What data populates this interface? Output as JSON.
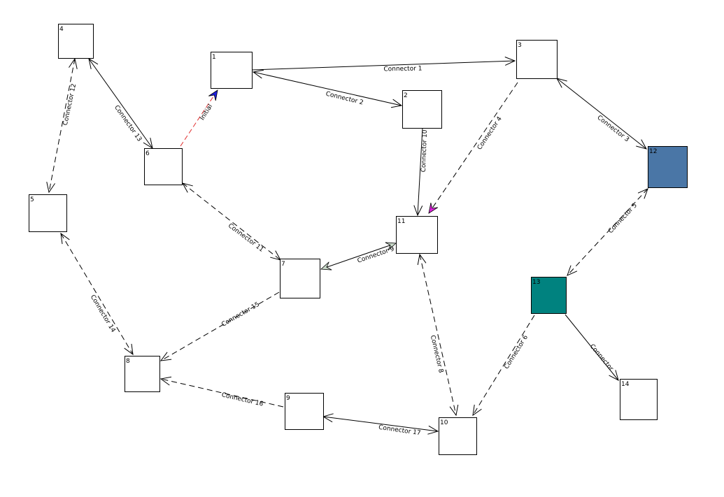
{
  "colors": {
    "node_default": "#ffffff",
    "node_12": "#4a76a6",
    "node_13": "#00827f",
    "initial_line": "#e23030",
    "initial_arrow": "#2020e0",
    "arrow_magenta": "#e020e0",
    "arrow_green": "#c8d8c8"
  },
  "nodes": [
    {
      "id": "1",
      "label": "1",
      "fill": "node_default"
    },
    {
      "id": "2",
      "label": "2",
      "fill": "node_default"
    },
    {
      "id": "3",
      "label": "3",
      "fill": "node_default"
    },
    {
      "id": "4",
      "label": "4",
      "fill": "node_default"
    },
    {
      "id": "5",
      "label": "5",
      "fill": "node_default"
    },
    {
      "id": "6",
      "label": "6",
      "fill": "node_default"
    },
    {
      "id": "7",
      "label": "7",
      "fill": "node_default"
    },
    {
      "id": "8",
      "label": "8",
      "fill": "node_default"
    },
    {
      "id": "9",
      "label": "9",
      "fill": "node_default"
    },
    {
      "id": "10",
      "label": "10",
      "fill": "node_default"
    },
    {
      "id": "11",
      "label": "11",
      "fill": "node_default"
    },
    {
      "id": "12",
      "label": "12",
      "fill": "node_12"
    },
    {
      "id": "13",
      "label": "13",
      "fill": "node_13"
    },
    {
      "id": "14",
      "label": "14",
      "fill": "node_default"
    }
  ],
  "edges": [
    {
      "id": "c1",
      "label": "Connector 1",
      "from": "1",
      "to": "3",
      "style": "solid",
      "ends": "target"
    },
    {
      "id": "c2",
      "label": "Connector 2",
      "from": "1",
      "to": "2",
      "style": "solid",
      "ends": "both"
    },
    {
      "id": "c3",
      "label": "Connector 3",
      "from": "3",
      "to": "12",
      "style": "solid",
      "ends": "both"
    },
    {
      "id": "c4",
      "label": "Connector 4",
      "from": "3",
      "to": "11",
      "style": "dashed",
      "ends": "target-magenta"
    },
    {
      "id": "c5",
      "label": "Connector 5",
      "from": "12",
      "to": "13",
      "style": "dashed",
      "ends": "both"
    },
    {
      "id": "c6",
      "label": "Connector 6",
      "from": "13",
      "to": "10",
      "style": "dashed",
      "ends": "target"
    },
    {
      "id": "c7",
      "label": "Connector",
      "from": "13",
      "to": "14",
      "style": "solid",
      "ends": "target"
    },
    {
      "id": "c8",
      "label": "Connector 8",
      "from": "11",
      "to": "10",
      "style": "dashed",
      "ends": "both"
    },
    {
      "id": "c9",
      "label": "Connector 9",
      "from": "11",
      "to": "7",
      "style": "solid",
      "ends": "both-green"
    },
    {
      "id": "c10",
      "label": "Connector 10",
      "from": "2",
      "to": "11",
      "style": "solid",
      "ends": "target"
    },
    {
      "id": "c11",
      "label": "Connector 11",
      "from": "6",
      "to": "7",
      "style": "dashed",
      "ends": "both"
    },
    {
      "id": "c12",
      "label": "Connector 12",
      "from": "4",
      "to": "5",
      "style": "dashed",
      "ends": "both"
    },
    {
      "id": "c13",
      "label": "Connector 13",
      "from": "4",
      "to": "6",
      "style": "solid",
      "ends": "both"
    },
    {
      "id": "c14",
      "label": "Connector 14",
      "from": "5",
      "to": "8",
      "style": "dashed",
      "ends": "both"
    },
    {
      "id": "c15",
      "label": "Connector 15",
      "from": "7",
      "to": "8",
      "style": "dashed",
      "ends": "target"
    },
    {
      "id": "c16",
      "label": "Connector 16",
      "from": "9",
      "to": "8",
      "style": "dashed",
      "ends": "target"
    },
    {
      "id": "c17",
      "label": "Connector 17",
      "from": "9",
      "to": "10",
      "style": "solid",
      "ends": "both"
    },
    {
      "id": "init",
      "label": "Initial",
      "from": "6",
      "to": "1",
      "style": "initial",
      "ends": "target-blue"
    }
  ]
}
